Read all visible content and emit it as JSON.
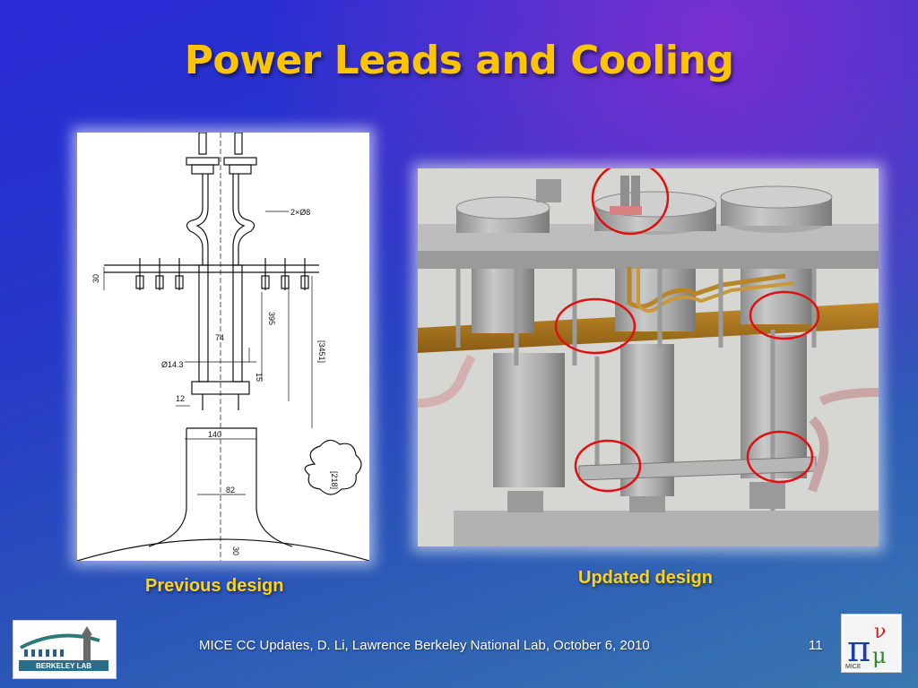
{
  "slide": {
    "title": "Power Leads and Cooling",
    "captions": {
      "previous": "Previous design",
      "updated": "Updated design"
    },
    "footer": "MICE CC Updates,  D. Li, Lawrence Berkeley National Lab, October 6, 2010",
    "page_number": "11"
  },
  "drawing_labels": {
    "dim_2x8": "2×Ø8",
    "dim_74": "74",
    "dim_143": "Ø14.3",
    "dim_395": "395",
    "dim_3451": "[3451]",
    "dim_15": "15",
    "dim_12": "12",
    "dim_140": "140",
    "dim_82": "82",
    "dim_218": "[218]",
    "dim_30": "30",
    "dim_30b": "30"
  },
  "logos": {
    "left_text": "BERKELEY LAB",
    "right_text": "MICE"
  },
  "colors": {
    "title": "#ffc400",
    "caption": "#ffd21a",
    "highlight_circle": "#e01010"
  }
}
